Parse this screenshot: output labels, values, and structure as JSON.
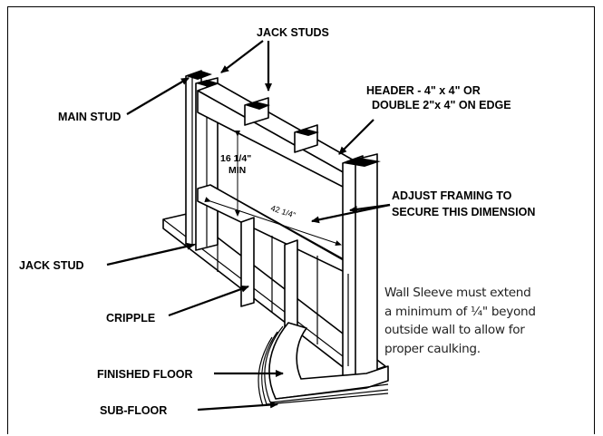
{
  "labels": {
    "jack_studs": "JACK STUDS",
    "main_stud": "MAIN STUD",
    "header_line1": "HEADER - 4\" x 4\" OR",
    "header_line2": "DOUBLE 2\"x 4\" ON EDGE",
    "adjust_line1": "ADJUST FRAMING TO",
    "adjust_line2": "SECURE THIS DIMENSION",
    "jack_stud": "JACK STUD",
    "cripple": "CRIPPLE",
    "finished_floor": "FINISHED FLOOR",
    "sub_floor": "SUB-FLOOR"
  },
  "dimensions": {
    "height_line1": "16 1/4\"",
    "height_line2": "MIN",
    "width": "42 1/4\""
  },
  "note": {
    "lines": [
      "Wall Sleeve must extend",
      "a minimum of ¼\" beyond",
      "outside wall to allow for",
      "proper caulking."
    ]
  }
}
